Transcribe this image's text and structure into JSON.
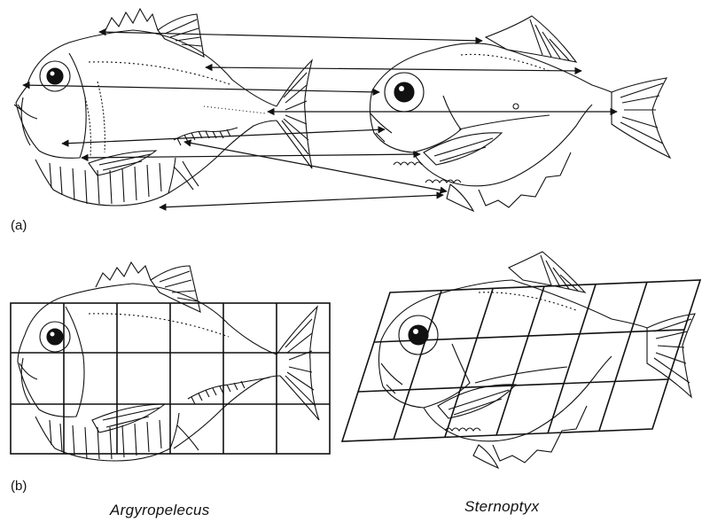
{
  "panels": {
    "a": {
      "label": "(a)"
    },
    "b": {
      "label": "(b)"
    }
  },
  "species": {
    "left": "Argyropelecus",
    "right": "Sternoptyx"
  },
  "colors": {
    "ink": "#111111",
    "paper": "#ffffff"
  },
  "icons": [
    "left-eye-icon",
    "right-eye-icon",
    "correspondence-arrow-icon"
  ]
}
